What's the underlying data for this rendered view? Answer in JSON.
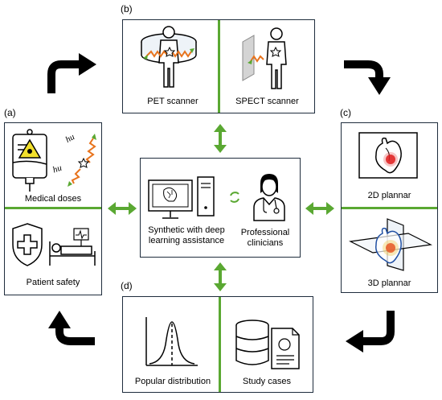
{
  "panels": {
    "a": {
      "tag": "(a)",
      "top_label": "Medical doses",
      "bottom_label": "Patient safety"
    },
    "b": {
      "tag": "(b)",
      "left_label": "PET scanner",
      "right_label": "SPECT scanner"
    },
    "c": {
      "tag": "(c)",
      "top_label": "2D plannar",
      "bottom_label": "3D plannar"
    },
    "d": {
      "tag": "(d)",
      "left_label": "Popular distribution",
      "right_label": "Study cases"
    },
    "center": {
      "left_label": [
        "Synthetic with deep",
        "learning assistance"
      ],
      "right_label": [
        "Professional",
        "clinicians"
      ]
    }
  },
  "icon_text": {
    "hu_1": "hu",
    "hu_2": "hu"
  },
  "colors": {
    "green": "#5aa832",
    "border": "#1f2d3d",
    "red": "#e02020",
    "yellow": "#f2e02c"
  }
}
